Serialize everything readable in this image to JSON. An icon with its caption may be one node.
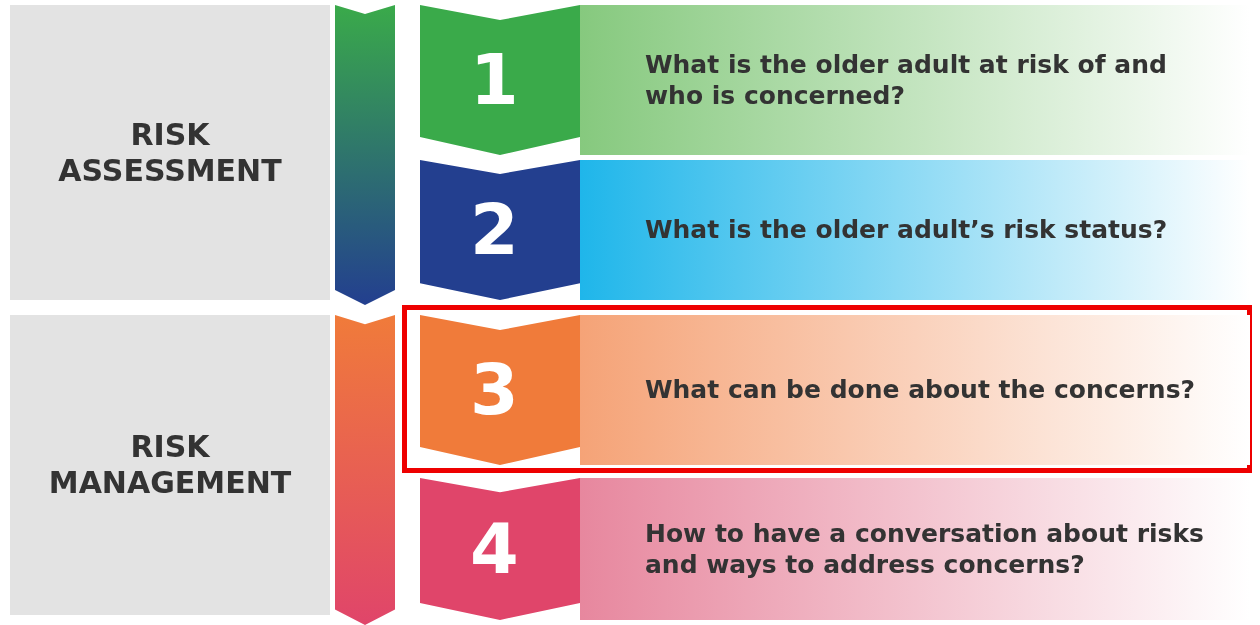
{
  "diagram": {
    "nodes": [
      {
        "text": [
          "RISK ASSESSMENT"
        ]
      },
      {
        "text": [
          "RISK MANAGEMENT"
        ]
      },
      {
        "text": [],
        "shape": "bar"
      },
      {
        "text": [],
        "shape": "bar"
      },
      {
        "text": [
          "1",
          "What is the older adult at risk of and who is concerned?"
        ]
      },
      {
        "text": [
          "2",
          "What is the older adult’s risk status?"
        ]
      },
      {
        "text": [],
        "shape": "box"
      },
      {
        "text": [
          "3",
          "What can be done about the concerns?"
        ],
        "in": 6
      },
      {
        "text": [
          "4",
          "How to have a conversation about risks and ways to address concerns?"
        ]
      }
    ]
  }
}
